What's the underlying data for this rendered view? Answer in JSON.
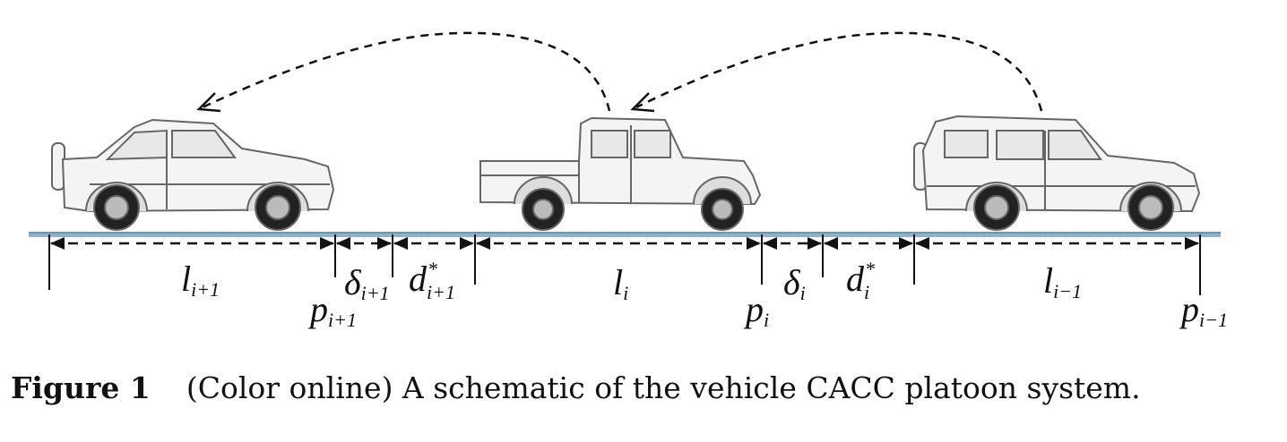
{
  "figure": {
    "labels": {
      "l_next": {
        "base": "l",
        "sub": "i+1"
      },
      "delta_next": {
        "base": "δ",
        "sub": "i+1"
      },
      "d_next": {
        "base": "d",
        "sup": "*",
        "sub": "i+1"
      },
      "l_i": {
        "base": "l",
        "sub": "i"
      },
      "delta_i": {
        "base": "δ",
        "sub": "i"
      },
      "d_i": {
        "base": "d",
        "sup": "*",
        "sub": "i"
      },
      "l_prev": {
        "base": "l",
        "sub": "i−1"
      },
      "p_next": {
        "base": "p",
        "sub": "i+1"
      },
      "p_i": {
        "base": "p",
        "sub": "i"
      },
      "p_prev": {
        "base": "p",
        "sub": "i−1"
      }
    },
    "vehicles": [
      "suv-left",
      "pickup-middle",
      "suv-right"
    ],
    "colors": {
      "road": "#8fb2c8",
      "line": "#111111",
      "car_outline": "#666666",
      "car_fill": "#f4f4f4"
    }
  },
  "caption": {
    "label": "Figure 1",
    "text": "(Color online) A schematic of the vehicle CACC platoon system."
  }
}
